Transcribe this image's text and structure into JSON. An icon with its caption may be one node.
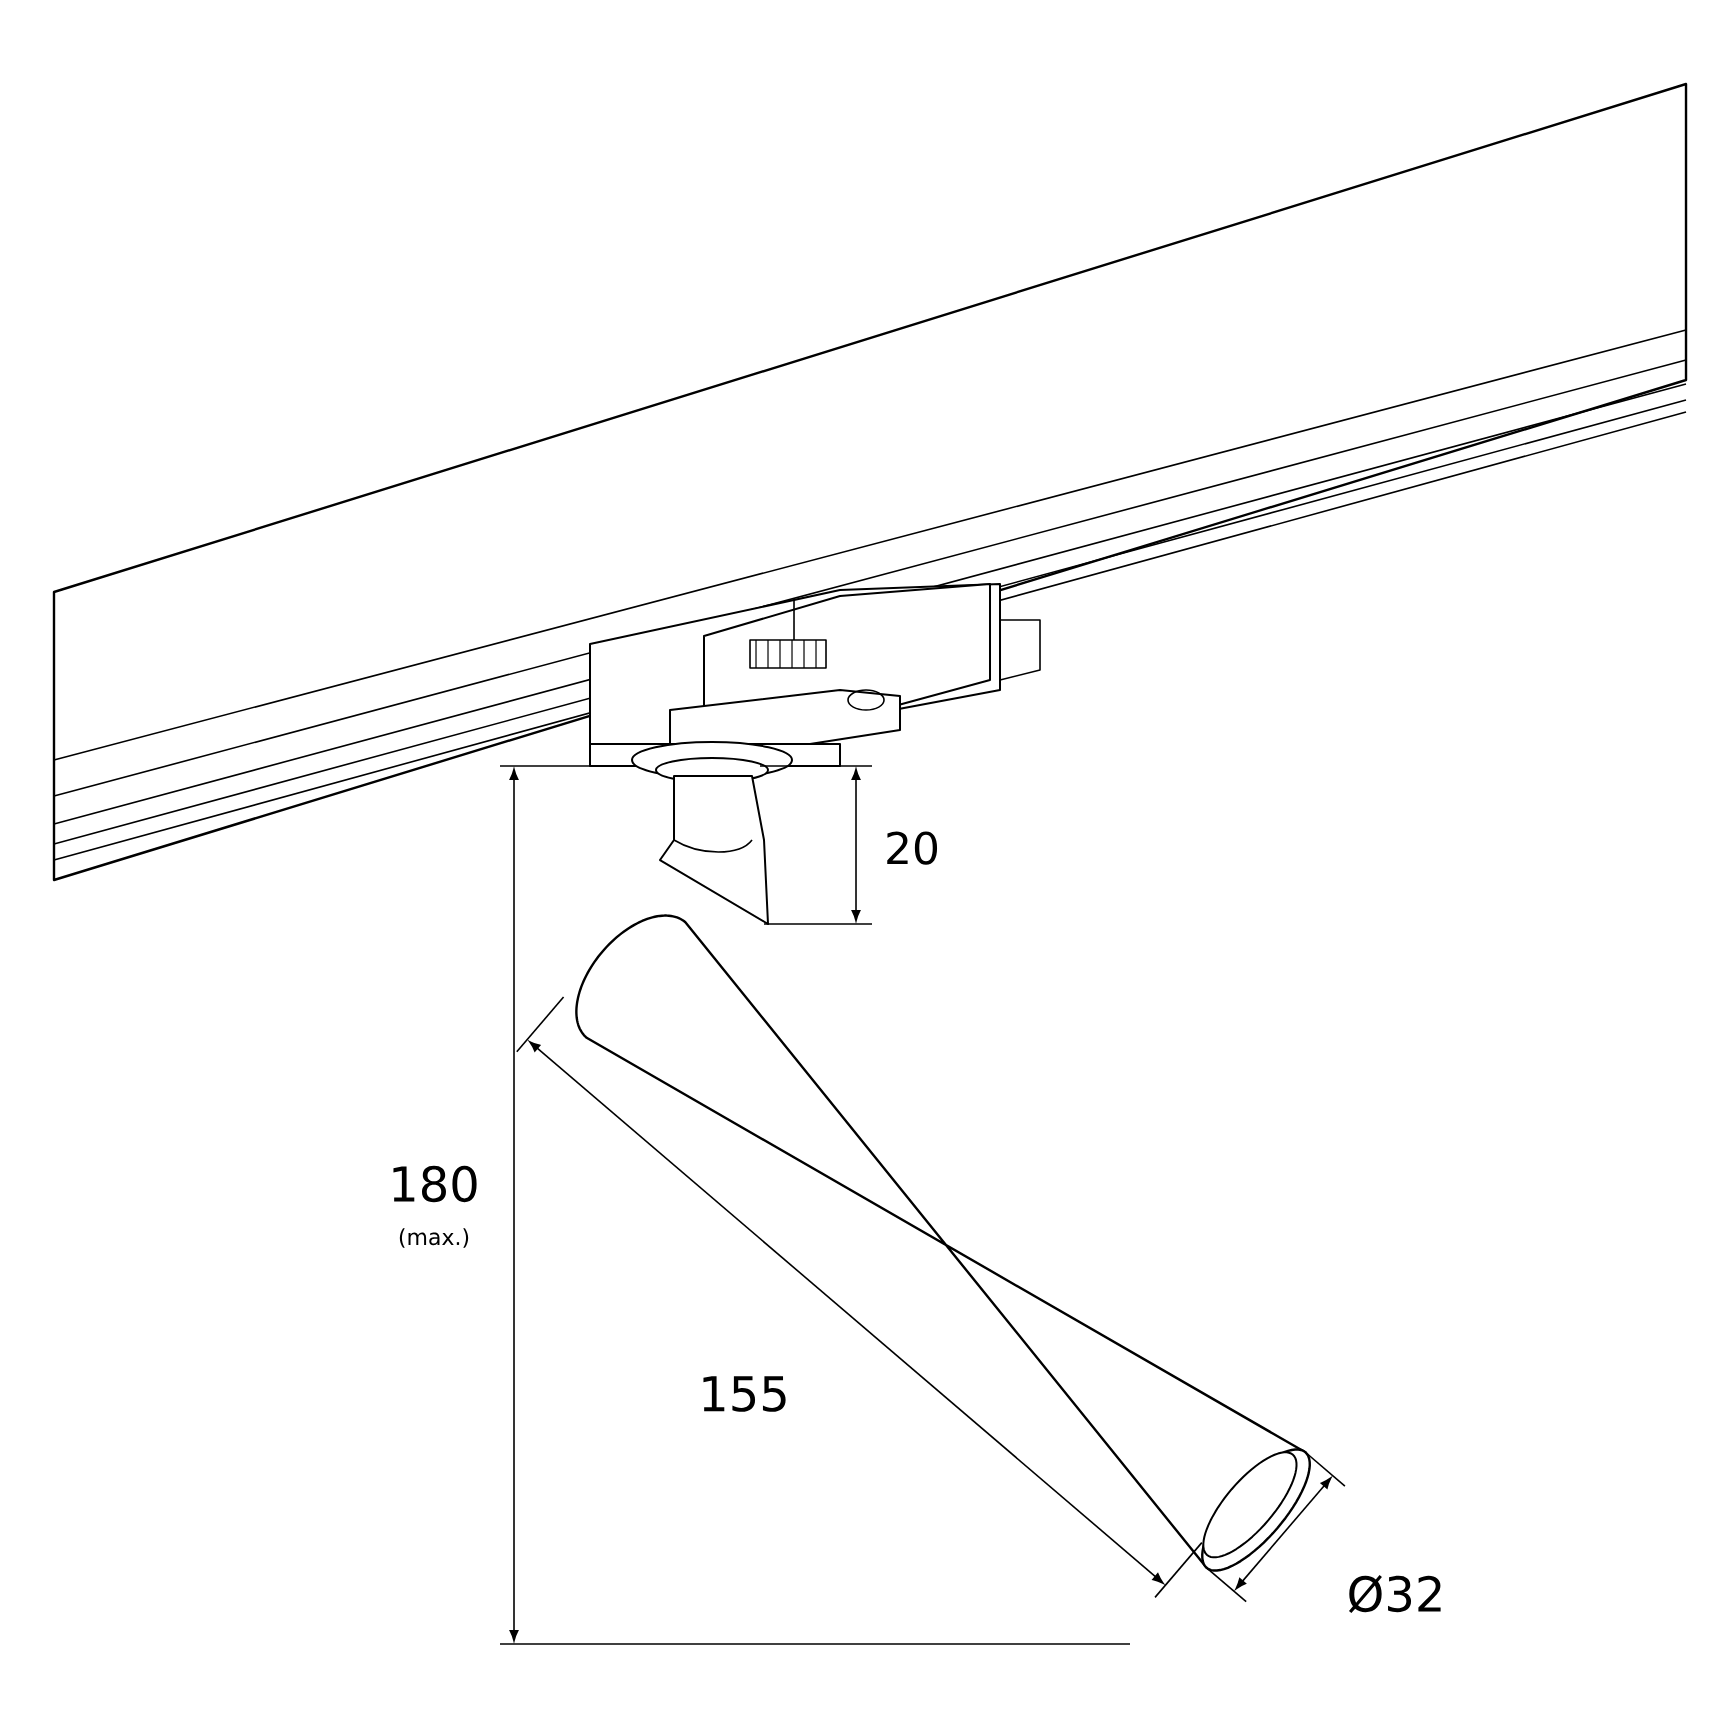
{
  "diagram": {
    "labels": [
      "20",
      "180",
      "(max.)",
      "155",
      "Ø32"
    ]
  }
}
